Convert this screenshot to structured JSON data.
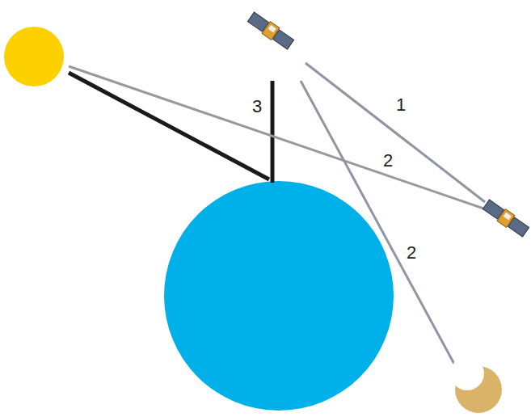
{
  "diagram": {
    "labels": [
      "3",
      "1",
      "2",
      "2"
    ]
  }
}
